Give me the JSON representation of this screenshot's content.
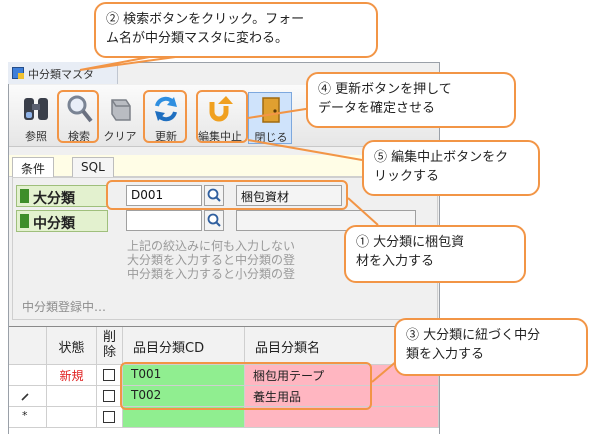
{
  "window": {
    "title": "中分類マスタ"
  },
  "toolbar": {
    "buttons": [
      {
        "name": "reference",
        "label": "参照"
      },
      {
        "name": "search",
        "label": "検索"
      },
      {
        "name": "clear",
        "label": "クリア"
      },
      {
        "name": "update",
        "label": "更新"
      },
      {
        "name": "cancel_edit",
        "label": "編集中止"
      },
      {
        "name": "close",
        "label": "閉じる"
      }
    ]
  },
  "tabs": [
    {
      "label": "条件"
    },
    {
      "label": "SQL"
    }
  ],
  "form": {
    "major": {
      "label": "大分類",
      "code": "D001",
      "name": "梱包資材"
    },
    "middle": {
      "label": "中分類",
      "code": "",
      "name": ""
    },
    "hint_lines": [
      "上記の絞込みに何も入力しない",
      "大分類を入力すると中分類の登",
      "中分類を入力すると小分類の登"
    ],
    "status": "中分類登録中…"
  },
  "grid": {
    "headers": {
      "state": "状態",
      "delete_l1": "削",
      "delete_l2": "除",
      "code": "品目分類CD",
      "name": "品目分類名"
    },
    "rows": [
      {
        "state": "新規",
        "code": "T001",
        "name": "梱包用テープ"
      },
      {
        "state": "",
        "code": "T002",
        "name": "養生用品"
      },
      {
        "state": "",
        "code": "",
        "name": ""
      }
    ]
  },
  "callouts": {
    "c2_l1": "② 検索ボタンをクリック。フォー",
    "c2_l2": "ム名が中分類マスタに変わる。",
    "c4_l1": "④ 更新ボタンを押して",
    "c4_l2": "データを確定させる",
    "c5_l1": "⑤ 編集中止ボタンをク",
    "c5_l2": "リックする",
    "c1_l1": "① 大分類に梱包資",
    "c1_l2": "材を入力する",
    "c3_l1": "③ 大分類に紐づく中分",
    "c3_l2": "類を入力する"
  },
  "colors": {
    "accent_callout": "#f29546",
    "green_cell": "#90ee90",
    "pink_cell": "#ffb6c1",
    "new_state": "#e02020"
  }
}
